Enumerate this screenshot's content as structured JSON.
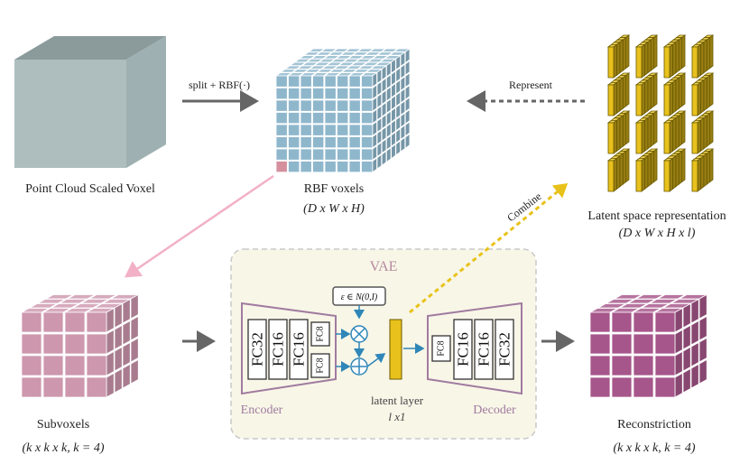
{
  "labels": {
    "point_cloud": "Point Cloud Scaled Voxel",
    "rbf_voxels": "RBF voxels",
    "rbf_dims": "(D x W x H)",
    "latent_space": "Latent space representation",
    "latent_dims": "(D x W x H x l)",
    "subvoxels": "Subvoxels",
    "subvoxels_dims": "(k x k x k, k = 4)",
    "reconstruction": "Reconstriction",
    "reconstruction_dims": "(k x k x k, k = 4)",
    "split_rbf": "split + RBF(·)",
    "represent": "Represent",
    "combine": "Combine"
  },
  "vae": {
    "title": "VAE",
    "encoder": "Encoder",
    "decoder": "Decoder",
    "epsilon": "ε ∈ N(0,I)",
    "latent_layer": "latent layer",
    "latent_size": "l x1",
    "encoder_layers": [
      "FC32",
      "FC16",
      "FC16"
    ],
    "encoder_heads": [
      "FC8",
      "FC8"
    ],
    "decoder_head": "FC8",
    "decoder_layers": [
      "FC16",
      "FC16",
      "FC32"
    ]
  },
  "colors": {
    "gray_cube": "#a9b8b8",
    "rbf_blue": "#8fb7cc",
    "rbf_highlight": "#d4909d",
    "subvoxel_pink": "#cd97ad",
    "reconstruction_purple": "#a6568a",
    "latent_yellow": "#e9c11d",
    "vae_panel": "#f8f6e7",
    "arrow_gray": "#666666",
    "arrow_pink": "#f2b1c6",
    "arrow_blue": "#2f86b8",
    "combine_yellow": "#e8c21a",
    "trapezoid_purple": "#a07ba0"
  }
}
